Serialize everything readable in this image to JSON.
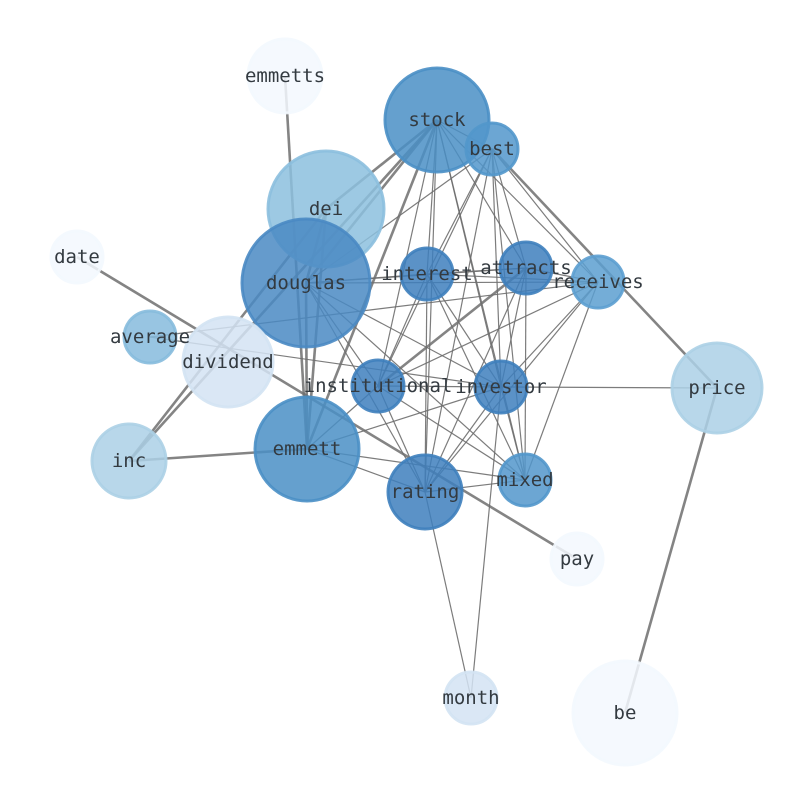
{
  "title": "Word co-occurrence network",
  "colors": {
    "edge": "#6e6e6e",
    "label": "#333a40"
  },
  "nodes": [
    {
      "id": "emmetts",
      "label": "emmetts",
      "size": 37,
      "fill": "#f3f8fe"
    },
    {
      "id": "stock",
      "label": "stock",
      "size": 52,
      "fill": "#4a8fc5"
    },
    {
      "id": "best",
      "label": "best",
      "size": 26,
      "fill": "#5297cb"
    },
    {
      "id": "dei",
      "label": "dei",
      "size": 58,
      "fill": "#8cbfde"
    },
    {
      "id": "date",
      "label": "date",
      "size": 26,
      "fill": "#f3f8fe"
    },
    {
      "id": "douglas",
      "label": "douglas",
      "size": 64,
      "fill": "#4a8ac3"
    },
    {
      "id": "interest",
      "label": "interest",
      "size": 26,
      "fill": "#3e7fbd"
    },
    {
      "id": "attracts",
      "label": "attracts",
      "size": 26,
      "fill": "#3e7fbd"
    },
    {
      "id": "receives",
      "label": "receives",
      "size": 26,
      "fill": "#5c9fd0"
    },
    {
      "id": "average",
      "label": "average",
      "size": 26,
      "fill": "#86bbdd"
    },
    {
      "id": "dividend",
      "label": "dividend",
      "size": 45,
      "fill": "#d3e3f3"
    },
    {
      "id": "institutional",
      "label": "institutional",
      "size": 26,
      "fill": "#3e7fbd"
    },
    {
      "id": "investor",
      "label": "investor",
      "size": 26,
      "fill": "#3e7fbd"
    },
    {
      "id": "price",
      "label": "price",
      "size": 45,
      "fill": "#acd0e6"
    },
    {
      "id": "inc",
      "label": "inc",
      "size": 37,
      "fill": "#acd0e6"
    },
    {
      "id": "emmett",
      "label": "emmett",
      "size": 52,
      "fill": "#4a8fc5"
    },
    {
      "id": "rating",
      "label": "rating",
      "size": 37,
      "fill": "#3e7fbd"
    },
    {
      "id": "mixed",
      "label": "mixed",
      "size": 26,
      "fill": "#5297cb"
    },
    {
      "id": "pay",
      "label": "pay",
      "size": 26,
      "fill": "#f3f8fe"
    },
    {
      "id": "month",
      "label": "month",
      "size": 26,
      "fill": "#d3e3f3"
    },
    {
      "id": "be",
      "label": "be",
      "size": 52,
      "fill": "#f3f8fe"
    }
  ],
  "edges": [
    [
      "stock",
      "interest",
      1
    ],
    [
      "stock",
      "attracts",
      1
    ],
    [
      "stock",
      "receives",
      1
    ],
    [
      "stock",
      "institutional",
      1
    ],
    [
      "stock",
      "investor",
      1
    ],
    [
      "stock",
      "rating",
      1
    ],
    [
      "stock",
      "mixed",
      1
    ],
    [
      "stock",
      "douglas",
      2
    ],
    [
      "stock",
      "emmett",
      2
    ],
    [
      "stock",
      "dei",
      2
    ],
    [
      "stock",
      "inc",
      2
    ],
    [
      "stock",
      "best",
      1
    ],
    [
      "best",
      "interest",
      1
    ],
    [
      "best",
      "attracts",
      1
    ],
    [
      "best",
      "receives",
      1
    ],
    [
      "best",
      "institutional",
      1
    ],
    [
      "best",
      "investor",
      1
    ],
    [
      "best",
      "rating",
      1
    ],
    [
      "best",
      "mixed",
      1
    ],
    [
      "best",
      "price",
      2
    ],
    [
      "best",
      "douglas",
      1
    ],
    [
      "interest",
      "attracts",
      1
    ],
    [
      "interest",
      "receives",
      1
    ],
    [
      "interest",
      "institutional",
      1
    ],
    [
      "interest",
      "investor",
      1
    ],
    [
      "interest",
      "rating",
      1
    ],
    [
      "interest",
      "mixed",
      1
    ],
    [
      "interest",
      "douglas",
      1
    ],
    [
      "attracts",
      "receives",
      1
    ],
    [
      "attracts",
      "institutional",
      2
    ],
    [
      "attracts",
      "investor",
      1
    ],
    [
      "attracts",
      "rating",
      1
    ],
    [
      "attracts",
      "mixed",
      1
    ],
    [
      "attracts",
      "douglas",
      1
    ],
    [
      "receives",
      "institutional",
      1
    ],
    [
      "receives",
      "investor",
      1
    ],
    [
      "receives",
      "rating",
      1
    ],
    [
      "receives",
      "mixed",
      1
    ],
    [
      "receives",
      "douglas",
      1
    ],
    [
      "receives",
      "average",
      1
    ],
    [
      "institutional",
      "investor",
      1
    ],
    [
      "institutional",
      "rating",
      1
    ],
    [
      "institutional",
      "mixed",
      1
    ],
    [
      "institutional",
      "emmett",
      1
    ],
    [
      "institutional",
      "douglas",
      1
    ],
    [
      "investor",
      "rating",
      1
    ],
    [
      "investor",
      "mixed",
      1
    ],
    [
      "investor",
      "price",
      1
    ],
    [
      "investor",
      "emmett",
      1
    ],
    [
      "investor",
      "douglas",
      1
    ],
    [
      "investor",
      "month",
      1
    ],
    [
      "investor",
      "average",
      1
    ],
    [
      "rating",
      "mixed",
      1
    ],
    [
      "rating",
      "emmett",
      1
    ],
    [
      "rating",
      "douglas",
      1
    ],
    [
      "rating",
      "month",
      1
    ],
    [
      "mixed",
      "emmett",
      1
    ],
    [
      "mixed",
      "douglas",
      1
    ],
    [
      "douglas",
      "emmett",
      2
    ],
    [
      "douglas",
      "dei",
      2
    ],
    [
      "dei",
      "emmett",
      2
    ],
    [
      "dei",
      "inc",
      2
    ],
    [
      "emmetts",
      "emmett",
      2
    ],
    [
      "date",
      "pay",
      2
    ],
    [
      "price",
      "be",
      2
    ],
    [
      "inc",
      "emmett",
      2
    ]
  ]
}
